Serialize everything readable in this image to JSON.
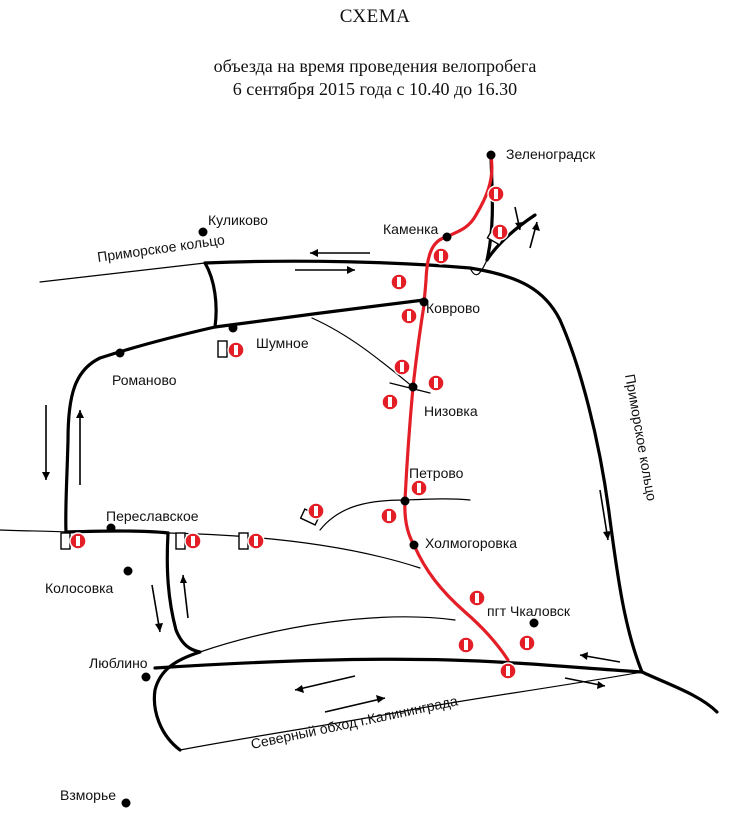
{
  "header": {
    "title": "СХЕМА",
    "subtitle_line1": "объезда на время проведения велопробега",
    "subtitle_line2": "6 сентября 2015 года с 10.40 до 16.30"
  },
  "roads": {
    "primorskoe_ring_top": "Приморское кольцо",
    "primorskoe_ring_right": "Приморское кольцо",
    "northern_bypass": "Северный обход г.Калининграда"
  },
  "places": {
    "zelenogradsk": "Зеленоградск",
    "kamenka": "Каменка",
    "kulikovo": "Куликово",
    "kovrovo": "Коврово",
    "shumnoe": "Шумное",
    "romanovo": "Романово",
    "nizovka": "Низовка",
    "petrovo": "Петрово",
    "pereslavskoe": "Переславское",
    "kholmogorovka": "Холмогоровка",
    "kolosovka": "Колосовка",
    "chkalovsk": "пгт Чкаловск",
    "lyublino": "Люблино",
    "vzmorye": "Взморье"
  },
  "colors": {
    "route": "#e41e26",
    "road": "#000000",
    "background": "#ffffff"
  },
  "icons": {
    "no_entry": "no-entry-sign-icon",
    "barrier": "road-barrier-icon",
    "settlement": "settlement-dot-icon",
    "direction": "direction-arrow-icon"
  }
}
